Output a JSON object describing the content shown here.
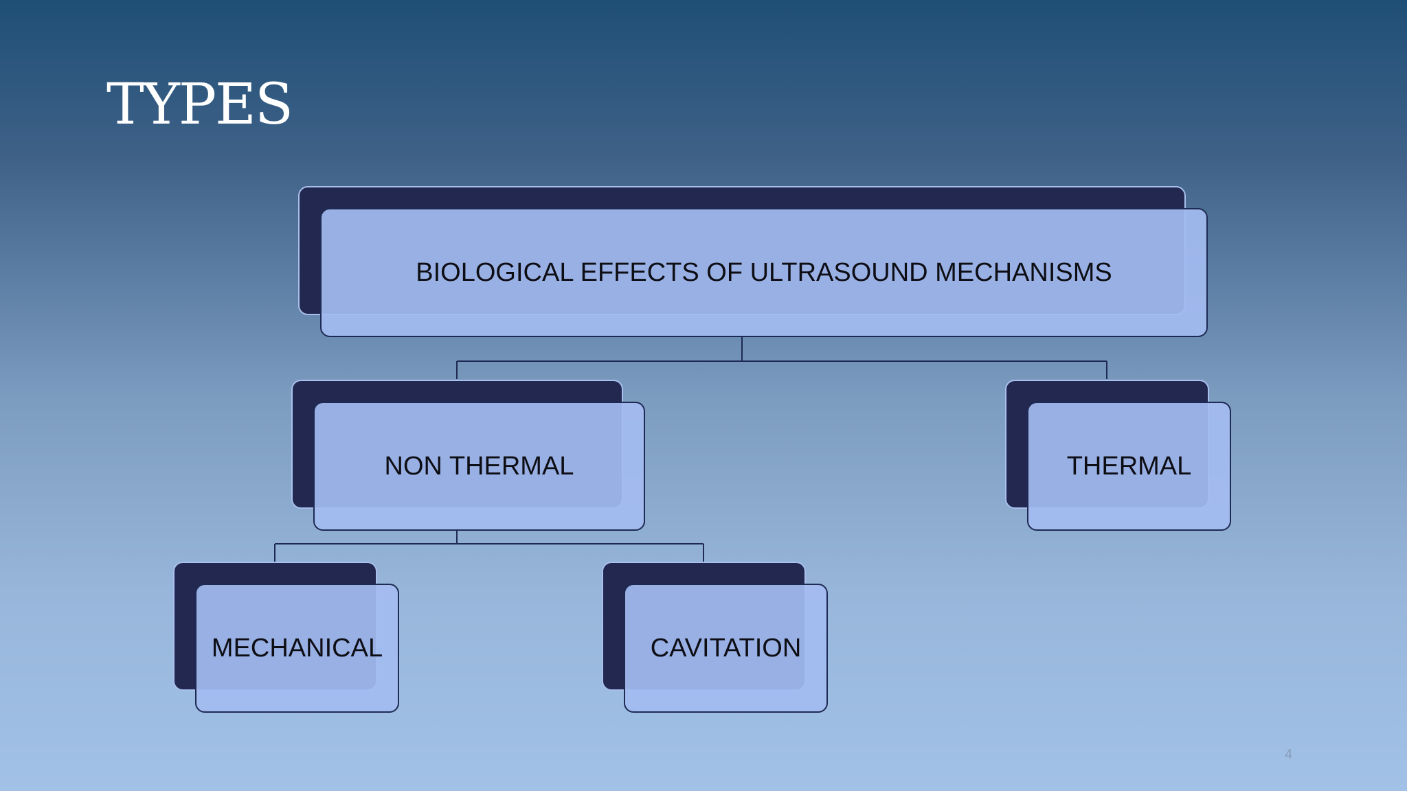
{
  "slide": {
    "title": "TYPES",
    "page_number": "4"
  },
  "diagram": {
    "root": {
      "label": "BIOLOGICAL EFFECTS OF ULTRASOUND MECHANISMS"
    },
    "children": [
      {
        "label": "NON THERMAL",
        "children": [
          {
            "label": "MECHANICAL"
          },
          {
            "label": "CAVITATION"
          }
        ]
      },
      {
        "label": "THERMAL"
      }
    ]
  },
  "colors": {
    "box_back": "#22284f",
    "box_front": "#a4bcf1",
    "connector": "#1f2a52",
    "title_text": "#ffffff"
  }
}
